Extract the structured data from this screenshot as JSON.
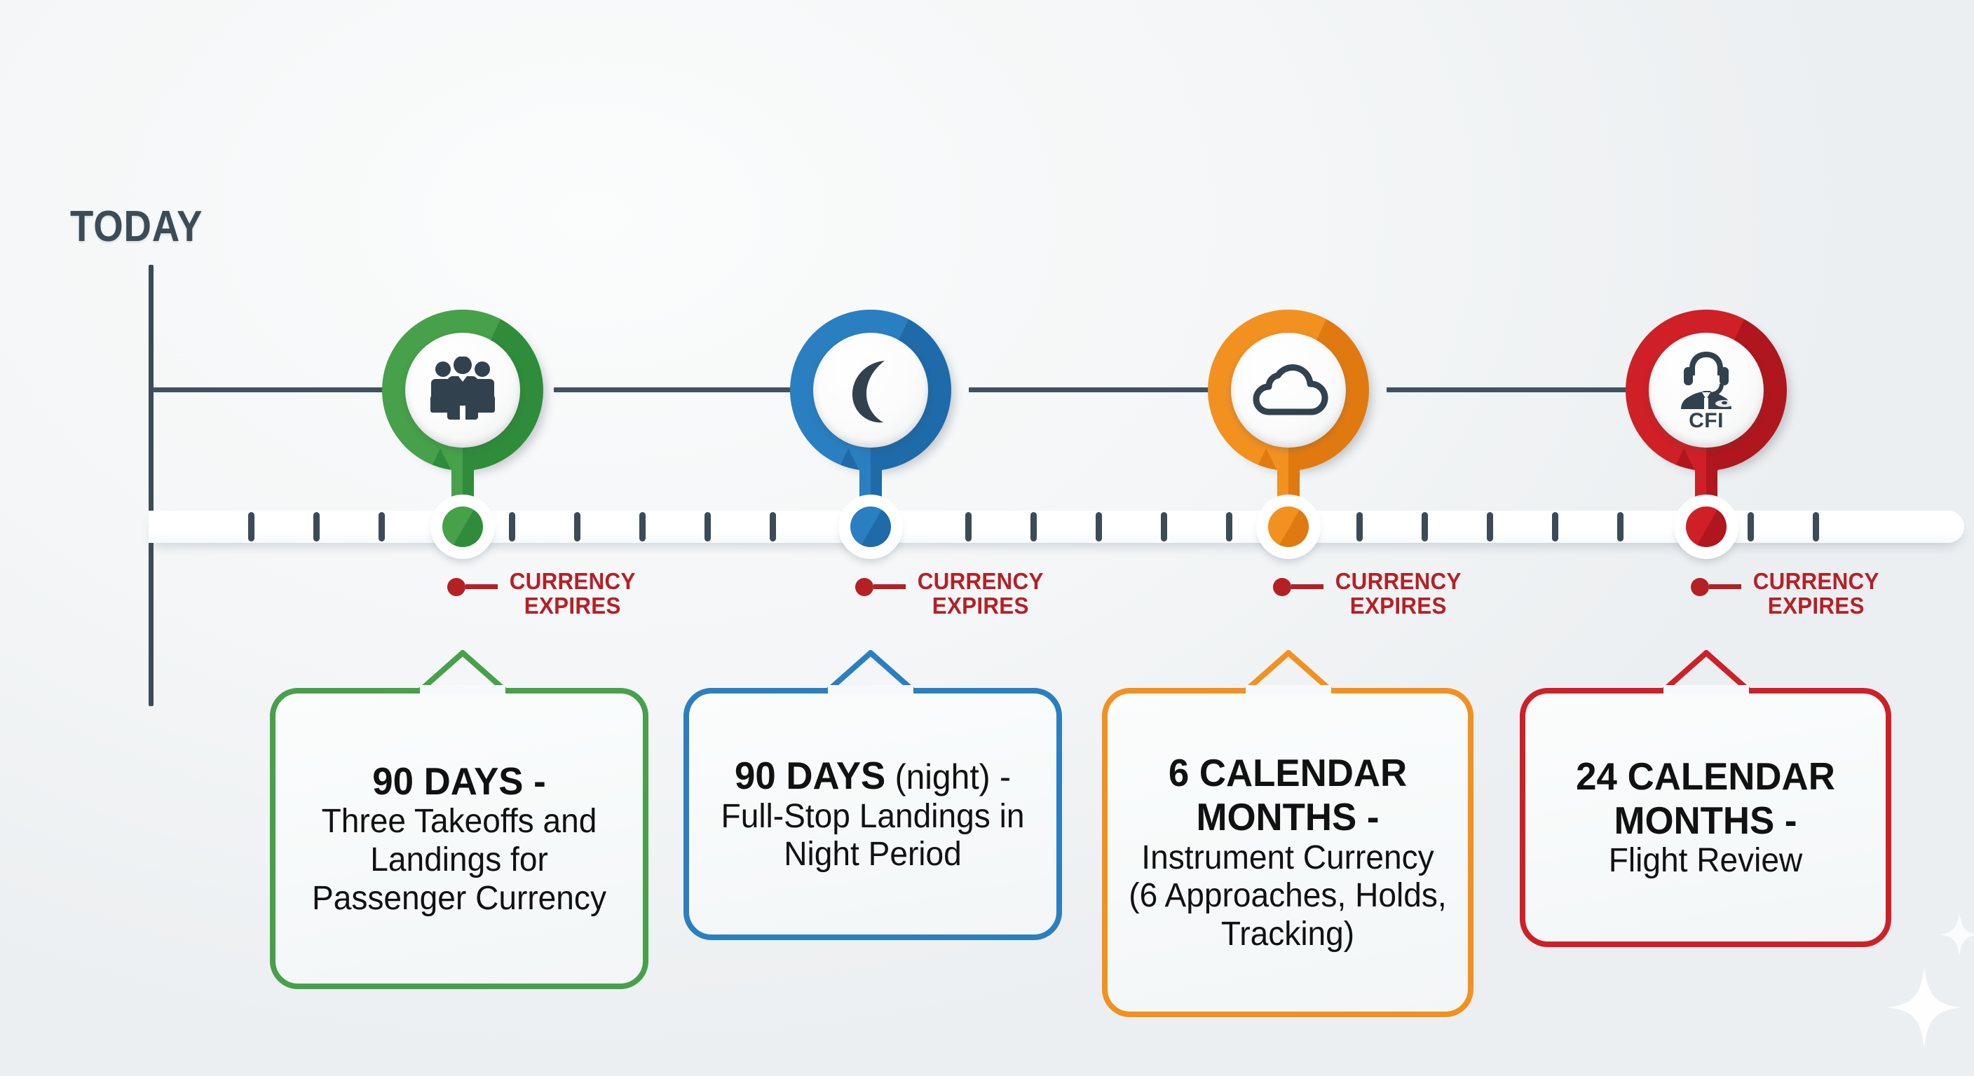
{
  "header": {
    "today_label": "TODAY"
  },
  "colors": {
    "axis": "#3b4b57",
    "arrow": "#3f5263",
    "expires": "#b52025",
    "green": "#47a04a",
    "green_dark": "#2f8c3a",
    "blue": "#2a7fc1",
    "blue_dark": "#1f6aa8",
    "orange": "#f29120",
    "orange_dark": "#e07a10",
    "red": "#cf2027",
    "red_dark": "#b0161d",
    "bar": "#ffffff",
    "text": "#111111"
  },
  "expires_label": "CURRENCY\nEXPIRES",
  "milestones": [
    {
      "id": "passenger-currency",
      "color": "#47a04a",
      "color_dark": "#2f8c3a",
      "icon": "passengers-icon",
      "icon_badge": "",
      "expires_label": "CURRENCY\nEXPIRES",
      "title": "90 DAYS -",
      "subtitle": "Three Takeoffs and Landings for Passenger Currency"
    },
    {
      "id": "night-currency",
      "color": "#2a7fc1",
      "color_dark": "#1f6aa8",
      "icon": "moon-icon",
      "icon_badge": "",
      "expires_label": "CURRENCY\nEXPIRES",
      "title": "90 DAYS",
      "title_suffix": " (night) -",
      "subtitle": "Full-Stop Landings in Night Period"
    },
    {
      "id": "instrument-currency",
      "color": "#f29120",
      "color_dark": "#e07a10",
      "icon": "cloud-icon",
      "icon_badge": "",
      "expires_label": "CURRENCY\nEXPIRES",
      "title": "6 CALENDAR MONTHS -",
      "subtitle": "Instrument Currency (6 Approaches, Holds, Tracking)"
    },
    {
      "id": "flight-review",
      "color": "#cf2027",
      "color_dark": "#b0161d",
      "icon": "instructor-icon",
      "icon_badge": "CFI",
      "expires_label": "CURRENCY\nEXPIRES",
      "title": "24 CALENDAR MONTHS -",
      "subtitle": "Flight Review"
    }
  ]
}
